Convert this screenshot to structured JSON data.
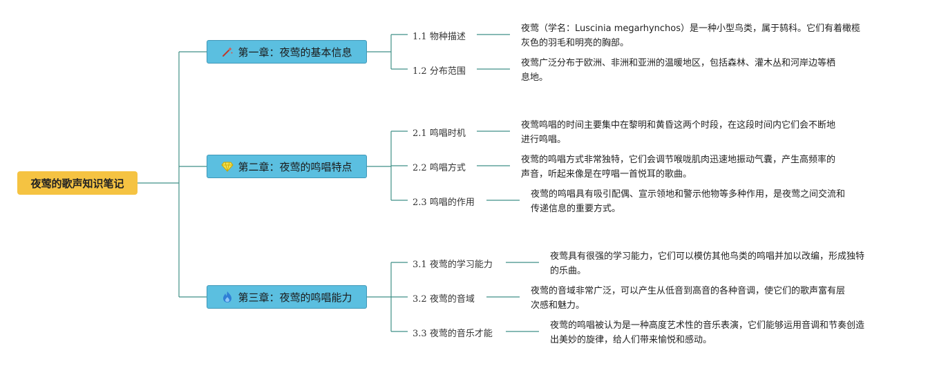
{
  "root": {
    "label": "夜莺的歌声知识笔记"
  },
  "chapters": [
    {
      "label": "第一章：夜莺的基本信息",
      "icon": "magic-wand-icon",
      "sections": [
        {
          "num": "1.1",
          "label": "物种描述",
          "desc": [
            "夜莺（学名：Luscinia megarhynchos）是一种小型鸟类，属于鸫科。它们有着橄榄",
            "灰色的羽毛和明亮的胸部。"
          ]
        },
        {
          "num": "1.2",
          "label": "分布范围",
          "desc": [
            "夜莺广泛分布于欧洲、非洲和亚洲的温暖地区，包括森林、灌木丛和河岸边等栖",
            "息地。"
          ]
        }
      ]
    },
    {
      "label": "第二章：夜莺的鸣唱特点",
      "icon": "gem-icon",
      "sections": [
        {
          "num": "2.1",
          "label": "鸣唱时机",
          "desc": [
            "夜莺鸣唱的时间主要集中在黎明和黄昏这两个时段，在这段时间内它们会不断地",
            "进行鸣唱。"
          ]
        },
        {
          "num": "2.2",
          "label": "鸣唱方式",
          "desc": [
            "夜莺的鸣唱方式非常独特，它们会调节喉咙肌肉迅速地振动气囊，产生高频率的",
            "声音，听起来像是在哼唱一首悦耳的歌曲。"
          ]
        },
        {
          "num": "2.3",
          "label": "鸣唱的作用",
          "desc": [
            "夜莺的鸣唱具有吸引配偶、宣示领地和警示他物等多种作用，是夜莺之间交流和",
            "传递信息的重要方式。"
          ]
        }
      ]
    },
    {
      "label": "第三章：夜莺的鸣唱能力",
      "icon": "flame-icon",
      "sections": [
        {
          "num": "3.1",
          "label": "夜莺的学习能力",
          "desc": [
            "夜莺具有很强的学习能力，它们可以模仿其他鸟类的鸣唱并加以改编，形成独特",
            "的乐曲。"
          ]
        },
        {
          "num": "3.2",
          "label": "夜莺的音域",
          "desc": [
            "夜莺的音域非常广泛，可以产生从低音到高音的各种音调，使它们的歌声富有层",
            "次感和魅力。"
          ]
        },
        {
          "num": "3.3",
          "label": "夜莺的音乐才能",
          "desc": [
            "夜莺的鸣唱被认为是一种高度艺术性的音乐表演，它们能够运用音调和节奏创造",
            "出美妙的旋律，给人们带来愉悦和感动。"
          ]
        }
      ]
    }
  ],
  "colors": {
    "line": "#3f8f86",
    "root": "#f5c342",
    "chapter": "#5bbfe0"
  }
}
